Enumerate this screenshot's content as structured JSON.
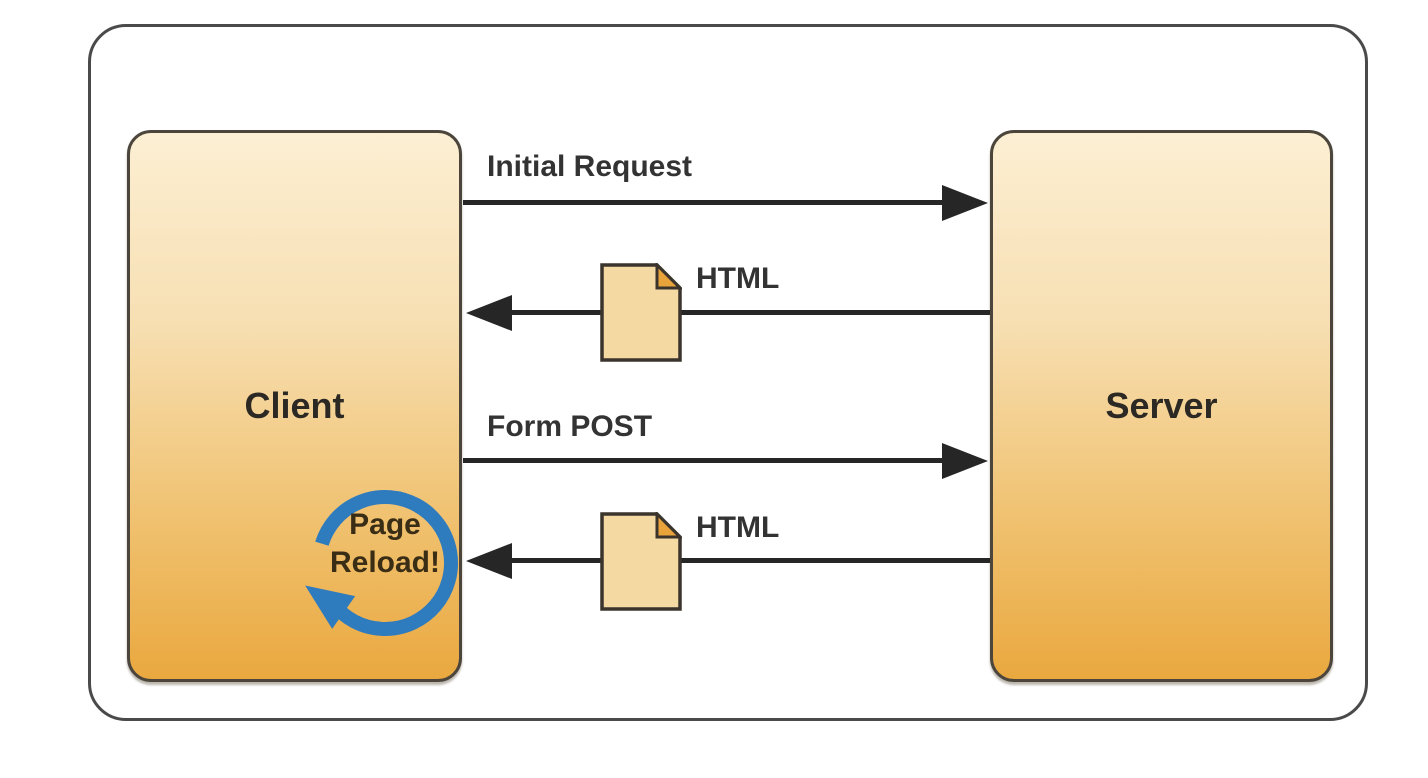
{
  "diagram": {
    "client": {
      "label": "Client"
    },
    "server": {
      "label": "Server"
    },
    "messages": [
      {
        "label": "Initial Request",
        "from": "Client",
        "to": "Server",
        "icon": null
      },
      {
        "label": "HTML",
        "from": "Server",
        "to": "Client",
        "icon": "document"
      },
      {
        "label": "Form POST",
        "from": "Client",
        "to": "Server",
        "icon": null
      },
      {
        "label": "HTML",
        "from": "Server",
        "to": "Client",
        "icon": "document"
      }
    ],
    "reload_badge": {
      "line1": "Page",
      "line2": "Reload!"
    },
    "colors": {
      "frame_border": "#4a4a4a",
      "box_border": "#4b453c",
      "box_fill_top": "#fcefd3",
      "box_fill_bottom": "#eaa83f",
      "arrow": "#262626",
      "reload_blue": "#2e7bbe",
      "document_fill": "#f4d9a2",
      "document_fold": "#e9a33b"
    }
  }
}
